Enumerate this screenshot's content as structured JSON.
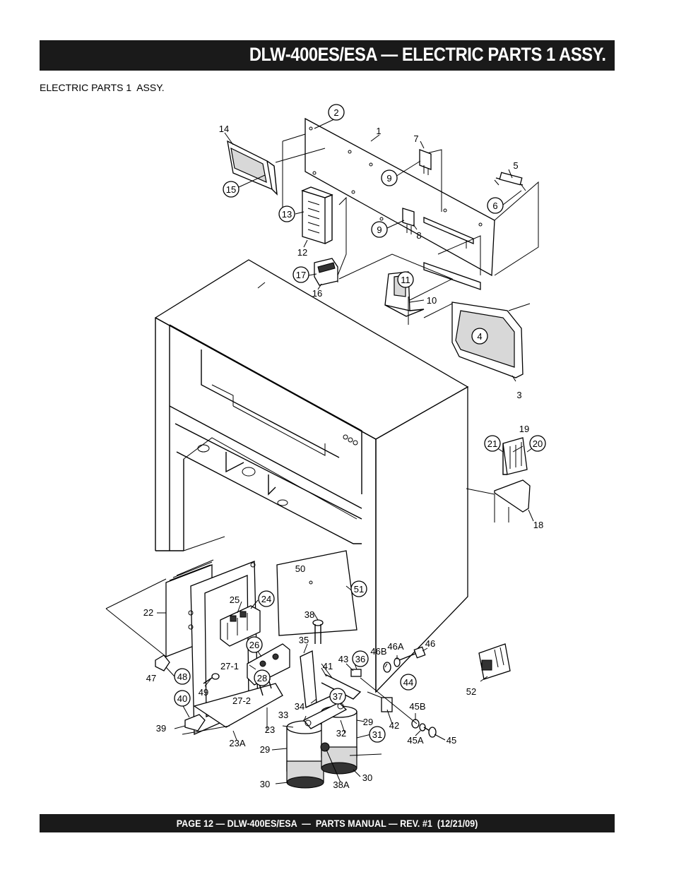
{
  "header": {
    "title": "DLW-400ES/ESA — ELECTRIC PARTS 1 ASSY."
  },
  "subtitle": "ELECTRIC PARTS 1  ASSY.",
  "footer": {
    "text": "PAGE 12 — DLW-400ES/ESA  —  PARTS MANUAL — REV. #1  (12/21/09)"
  },
  "callouts": {
    "c1": "1",
    "c2": "2",
    "c3": "3",
    "c4": "4",
    "c5": "5",
    "c6": "6",
    "c7": "7",
    "c8": "8",
    "c9a": "9",
    "c9b": "9",
    "c10": "10",
    "c11": "11",
    "c12": "12",
    "c13": "13",
    "c14": "14",
    "c15": "15",
    "c16": "16",
    "c17": "17",
    "c18": "18",
    "c19": "19",
    "c20": "20",
    "c21": "21",
    "c22": "22",
    "c23": "23",
    "c23a": "23A",
    "c24": "24",
    "c25": "25",
    "c26": "26",
    "c27_1": "27-1",
    "c27_2": "27-2",
    "c28": "28",
    "c29a": "29",
    "c29b": "29",
    "c30a": "30",
    "c30b": "30",
    "c31": "31",
    "c32": "32",
    "c33": "33",
    "c34": "34",
    "c35": "35",
    "c36": "36",
    "c37": "37",
    "c38": "38",
    "c38a": "38A",
    "c39": "39",
    "c40": "40",
    "c41": "41",
    "c42": "42",
    "c43": "43",
    "c44": "44",
    "c45": "45",
    "c45a": "45A",
    "c45b": "45B",
    "c46": "46",
    "c46a": "46A",
    "c46b": "46B",
    "c47": "47",
    "c48": "48",
    "c49": "49",
    "c50": "50",
    "c51": "51",
    "c52": "52"
  }
}
